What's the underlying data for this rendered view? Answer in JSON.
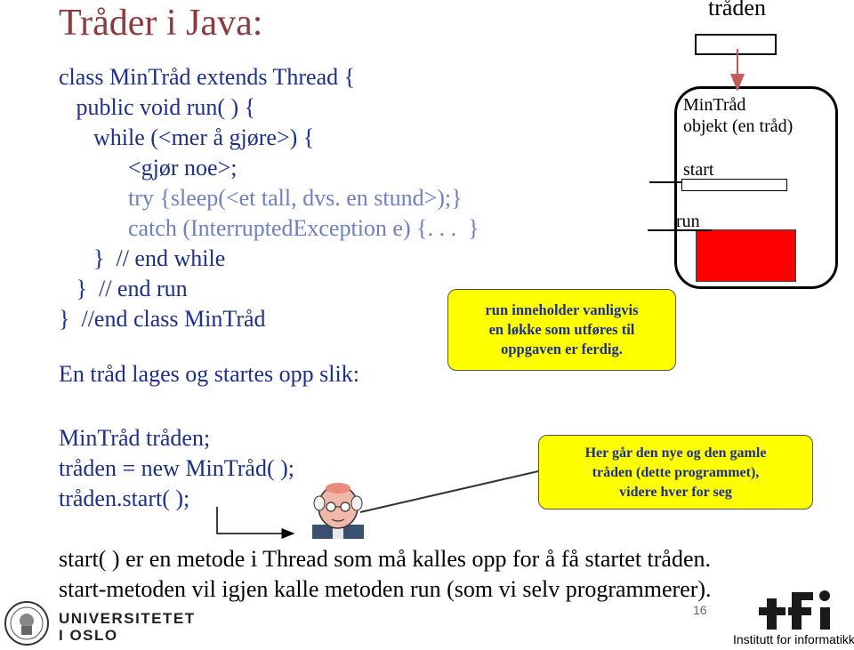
{
  "slide": {
    "title": "Tråder i Java:",
    "code_lines": [
      "class MinTråd extends Thread {",
      "   public void run( ) {",
      "      while (<mer å gjøre>) {",
      "            <gjør noe>;",
      "            try {sleep(<et tall, dvs. en stund>);}",
      "            catch (InterruptedException e) {. . .  }",
      "      }  // end while",
      "   }  // end run",
      "}  //end class MinTråd"
    ],
    "intro": "En tråd lages og startes opp slik:",
    "create_lines": [
      "MinTråd tråden;",
      "tråden = new MinTråd( );",
      "tråden.start( );"
    ],
    "bottom_lines": [
      "start( ) er en metode i Thread som må kalles opp for å få startet tråden.",
      "start-metoden vil igjen kalle metoden run (som vi selv programmerer)."
    ],
    "page_number": "16"
  },
  "callouts": {
    "run_note": [
      "run inneholder vanligvis",
      "en løkke som utføres til",
      "oppgaven er ferdig."
    ],
    "thread_note": [
      "Her går den nye og den gamle",
      "tråden (dette programmet),",
      "videre hver for seg"
    ]
  },
  "diagram": {
    "variable_label": "tråden",
    "object_label": "MinTråd\nobjekt (en tråd)",
    "start_label": "start",
    "run_label": "run",
    "run_color": "#ff0000"
  },
  "footer": {
    "university": "UNIVERSITETET\nI OSLO",
    "institute": "Institutt for informatikk"
  },
  "colors": {
    "title": "#8b3a3e",
    "code": "#1c2f8c",
    "callout_bg": "#ffff00"
  }
}
